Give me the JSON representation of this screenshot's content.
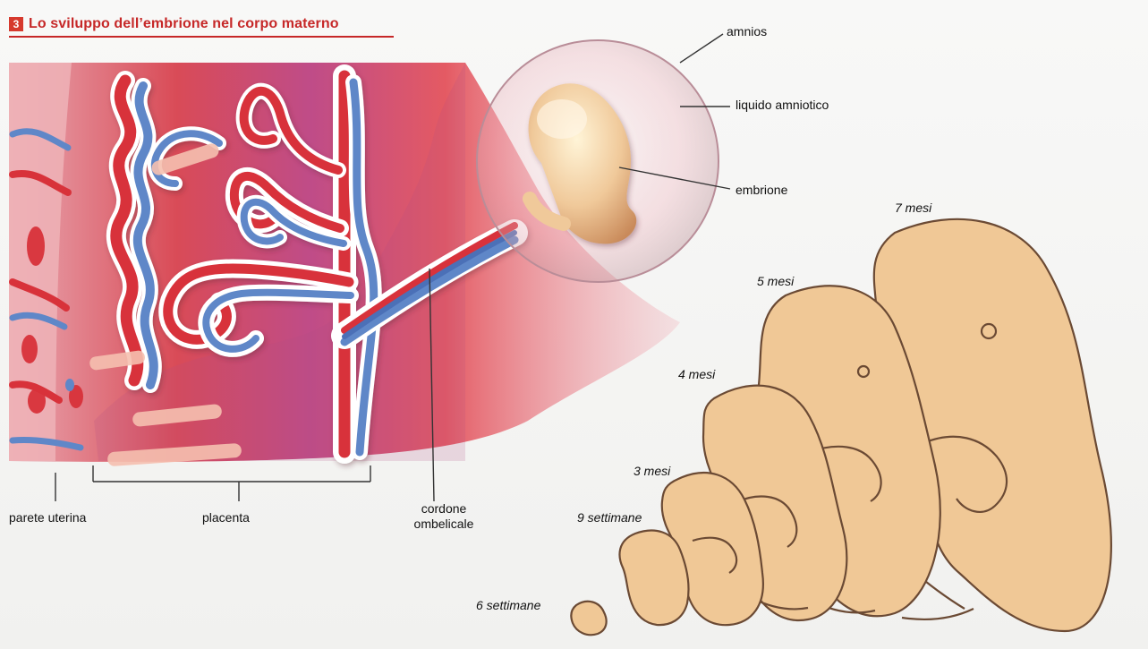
{
  "header": {
    "number": "3",
    "title": "Lo sviluppo dell’embrione nel corpo materno"
  },
  "labels": {
    "amnios": "amnios",
    "liquido_amniotico": "liquido amniotico",
    "embrione": "embrione",
    "parete_uterina": "parete uterina",
    "placenta": "placenta",
    "cordone_ombelicale": "cordone\nombelicale"
  },
  "stages": {
    "s6": "6 settimane",
    "s9": "9 settimane",
    "m3": "3 mesi",
    "m4": "4 mesi",
    "m5": "5 mesi",
    "m7": "7 mesi"
  },
  "colors": {
    "title_red": "#c62828",
    "uterus_red": "#d93b3f",
    "vein_blue": "#5f87c8",
    "placenta_purple": "#7a5bb0",
    "skin": "#f0c896",
    "outline": "#5a3f2a"
  }
}
